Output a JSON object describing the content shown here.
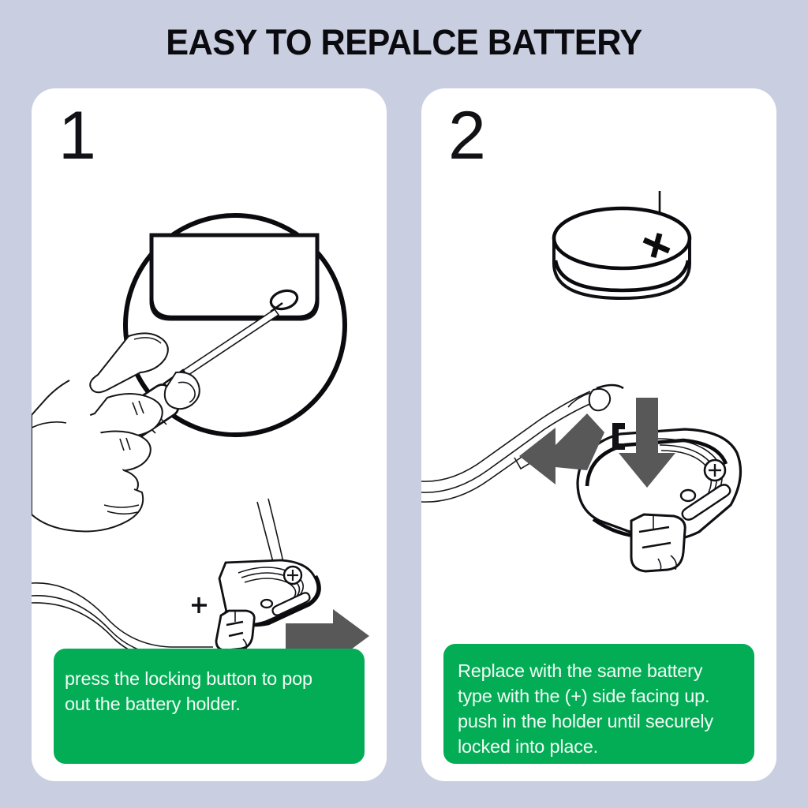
{
  "page": {
    "title": "EASY TO REPALCE BATTERY",
    "background_color": "#c9cfe0",
    "accent_green": "#03ad55",
    "card_color": "#ffffff",
    "line_art_color": "#111116",
    "arrow_color": "#585858"
  },
  "panels": [
    {
      "number": "1",
      "caption_lines": [
        "press the locking button to pop",
        "out the battery holder."
      ],
      "caption_text": "press the locking button to pop out the battery holder.",
      "illustration": {
        "name": "remote-battery-release-illustration",
        "elements": [
          "magnifier-circle",
          "device-edge-closeup",
          "release-button-hole",
          "screwdriver",
          "hand-holding-screwdriver",
          "remote-body-outline",
          "battery-holder-tray",
          "coin-battery-plus-mark",
          "eject-arrow-right"
        ]
      }
    },
    {
      "number": "2",
      "caption_lines": [
        "Replace with the same battery",
        "type with the (+) side facing up.",
        "push in the holder until securely",
        "locked into place."
      ],
      "caption_text": "Replace with the same battery type with the (+) side facing up. push in the holder until securely locked into place.",
      "illustration": {
        "name": "battery-insert-illustration",
        "elements": [
          "coin-battery",
          "battery-plus-mark",
          "leader-line-top",
          "leader-line-left",
          "remote-body-outline",
          "battery-holder-tray",
          "holder-plus-mark",
          "insert-arrow-down",
          "push-arrow-left",
          "lock-tab"
        ]
      }
    }
  ]
}
